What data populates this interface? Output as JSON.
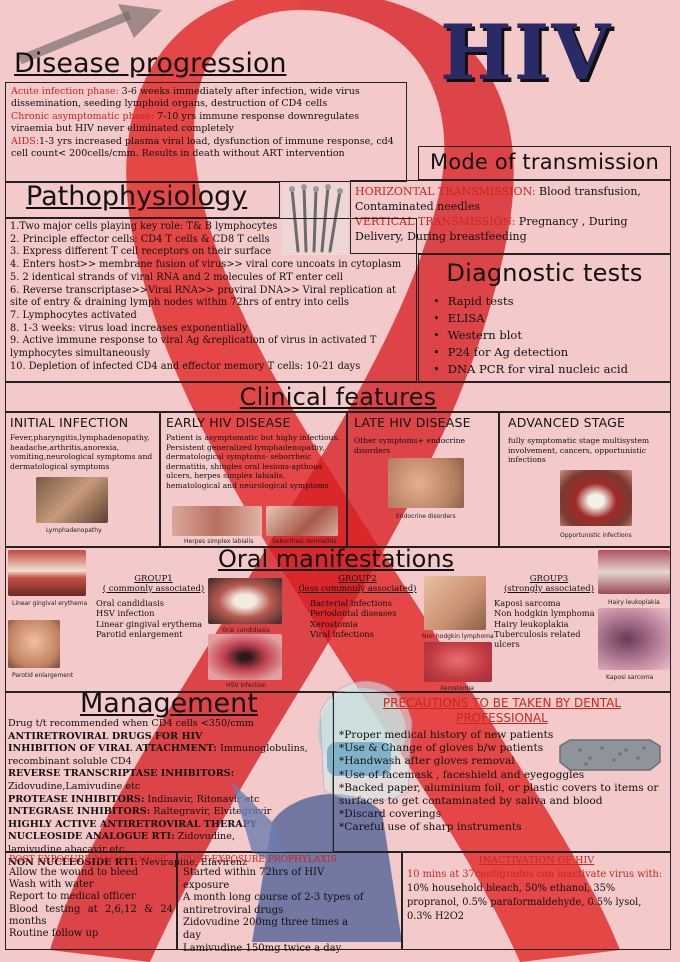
{
  "title": "HIV",
  "disease_progression": {
    "title": "Disease progression",
    "phases": [
      {
        "name": "Acute infection phase:",
        "text": " 3-6 weeks immediately after infection, wide virus dissemination, seeding lymphoid organs, destruction of CD4 cells"
      },
      {
        "name": "Chronic asymptomatic phase:",
        "text": " 7-10 yrs immune response downregulates viraemia but HIV never eliminated completely"
      },
      {
        "name": "AIDS:",
        "text": "1-3 yrs increased plasma viral load, dysfunction of immune response, cd4 cell count< 200cells/cmm. Results in death without ART intervention"
      }
    ]
  },
  "mode_of_transmission": {
    "title": "Mode of transmission",
    "items": [
      {
        "name": "HORIZONTAL TRANSMISSION:",
        "text": " Blood transfusion, Contaminated needles"
      },
      {
        "name": "VERTICAL TRANSMISSION:",
        "text": " Pregnancy , During Delivery, During breastfeeding"
      }
    ]
  },
  "pathophysiology": {
    "title": "Pathophysiology",
    "items": [
      "1.Two major cells playing key role: T& B lymphocytes",
      "2. Principle effector cells: CD4 T cells & CD8 T cells",
      "3. Express different T cell receptors on their surface",
      "4. Enters host>> membrane fusion of virus>> viral core uncoats in cytoplasm",
      "5. 2 identical strands of viral RNA and 2 molecules of RT enter cell",
      "6. Reverse transcriptase>>Viral RNA>> proviral DNA>> Viral replication at site of entry & draining lymph nodes within 72hrs of entry into cells",
      "7. Lymphocytes activated",
      "8. 1-3 weeks: virus load increases exponentially",
      "9. Active immune response to viral Ag &replication of virus in activated T lymphocytes simultaneously",
      "10. Depletion of infected CD4 and effector memory T cells: 10-21 days"
    ]
  },
  "diagnostic_tests": {
    "title": "Diagnostic tests",
    "items": [
      "Rapid tests",
      "ELISA",
      "Western blot",
      "P24 for Ag detection",
      "DNA PCR for viral nucleic acid"
    ]
  },
  "clinical_features": {
    "title": "Clinical features",
    "stages": [
      {
        "title": "INITIAL INFECTION",
        "text": "Fever,pharyngitis,lymphadenopathy, headache,arthritis,anorexia, vomiting,neurological symptoms and dermatological symptoms",
        "captions": [
          "Lymphadenopathy"
        ]
      },
      {
        "title": "EARLY HIV DISEASE",
        "text": "Patient is asymptomatic but highy infectious. Persistent generalized lymphadenopathy, dermatological symptoms- seborrheic dermatitis, shingles oral lesions-apthous ulcers, herpes simplex labialis, hematological and neurological symptoms",
        "captions": [
          "Herpes simplex labialis",
          "Seborrheic dermatitis"
        ]
      },
      {
        "title": "LATE HIV DISEASE",
        "text": "Other symptoms+ endocrine disorders",
        "captions": [
          "Endocrine disorders"
        ]
      },
      {
        "title": "ADVANCED STAGE",
        "text": "fully symptomatic stage multisystem involvement, cancers, opportunistic infections",
        "captions": [
          "Opportunistic infections"
        ]
      }
    ]
  },
  "oral_manifestations": {
    "title": "Oral manifestations",
    "groups": [
      {
        "title": "GROUP1",
        "subtitle": "( commonly associated)",
        "items": [
          "Oral candidiasis",
          "HSV infection",
          "Linear gingival erythema",
          "Parotid enlargement"
        ]
      },
      {
        "title": "GROUP2",
        "subtitle": "(less commonly associated)",
        "items": [
          "Bacterial infections",
          "Periodontal diseases",
          "Xerostomia",
          "Viral infections"
        ]
      },
      {
        "title": "GROUP3",
        "subtitle": "(strongly associated)",
        "items": [
          "Kaposi sarcoma",
          "Non hodgkin lymphoma",
          "Hairy leukoplakia",
          "Tuberculosis related ulcers"
        ]
      }
    ],
    "captions": {
      "linear_gingival": "Linear gingival erythema",
      "parotid": "Parotid enlargement",
      "oral_candidiasis": "Oral candidiasis",
      "hsv": "HSV infection",
      "nhl": "Non hodgkin lymphoma",
      "xerostomia": "Xerostomia",
      "hairy": "Hairy leukoplakia",
      "kaposi": "Kaposi sarcoma"
    }
  },
  "management": {
    "title": "Management",
    "intro": "Drug t/t recommended when CD4 cells <350/cmm",
    "lines": [
      {
        "b": "ANTIRETROVIRAL DRUGS FOR HIV",
        "t": ""
      },
      {
        "b": "INHIBITION OF VIRAL ATTACHMENT:",
        "t": " Immunoglobulins, recombinant soluble CD4"
      },
      {
        "b": "REVERSE TRANSCRIPTASE INHIBITORS:",
        "t": " Zidovudine,Lamivudine etc"
      },
      {
        "b": "PROTEASE INHIBITORS:",
        "t": " Indinavir, Ritonavir etc"
      },
      {
        "b": "INTEGRASE INHIBITORS:",
        "t": " Raltegravir, Elvitegravir"
      },
      {
        "b": "HIGHLY ACTIVE ANTIRETROVIRAL THERAPY",
        "t": ""
      },
      {
        "b": "NUCLEOSIDE ANALOGUE RTI:",
        "t": " Zidovudine, lamivudine,abacavir etc"
      },
      {
        "b": "NON NUCLEOSIDE RTI:",
        "t": " Nevirapine, Efavirenz"
      }
    ]
  },
  "precautions": {
    "title": "PRECAUTIONS TO BE TAKEN BY DENTAL PROFESSIONAL",
    "items": [
      "*Proper medical history of new patients",
      "*Use & Change of gloves b/w patients",
      "*Handwash after gloves removal",
      "*Use of facemask , faceshield and eyegoggles",
      "*Backed paper, aluminium foil, or plastic covers to items or surfaces to get contaminated by saliva and blood",
      "*Discard coverings",
      "*Careful use of sharp instruments"
    ]
  },
  "post_exposure_management": {
    "title": "POST EXPOSURE MANAGEMENT",
    "items": [
      "Allow the wound to bleed",
      "Wash with water",
      "Report to medical officer",
      "Blood testing at 2,6,12 & 24 months",
      "Routine follow up"
    ]
  },
  "post_exposure_prophylaxis": {
    "title": "POST EXPOSURE PROPHYLAXIS",
    "items": [
      "Started within 72hrs of HIV exposure",
      "A month long course of 2-3 types of antiretroviral drugs",
      "Zidovudine 200mg three times a day",
      "Lamivudine 150mg twice a day"
    ]
  },
  "inactivation": {
    "title": "INACTIVATION OF HIV",
    "highlight": "10 mins at 37centigrades can inactivate virus with:",
    "text": "10% household bleach, 50% ethanol, 35% propranol, 0.5% paraformaldehyde, 0.5% lysol, 0.3% H2O2"
  },
  "colors": {
    "background": "#f3c9c9",
    "ribbon": "#e22a2a",
    "accent_red": "#c8281e",
    "title_blue": "#2a2a66"
  }
}
